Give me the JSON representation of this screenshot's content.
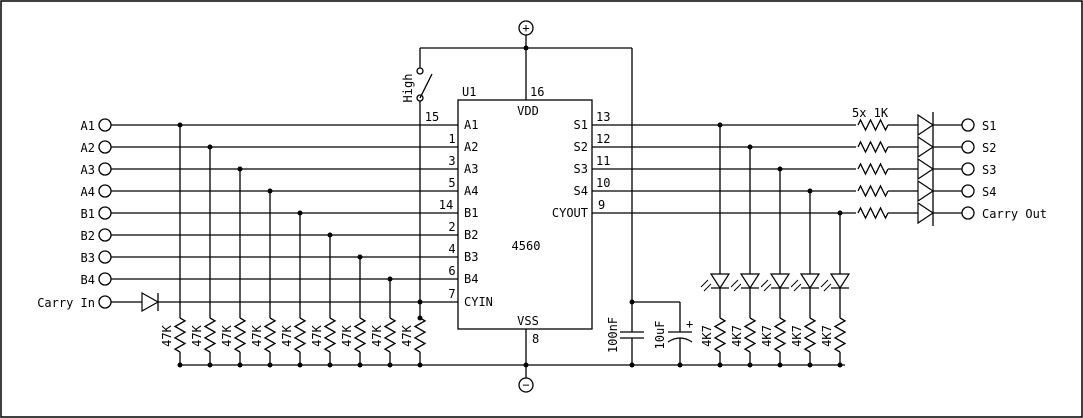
{
  "chip": {
    "ref": "U1",
    "part": "4560",
    "vdd": "VDD",
    "vss": "VSS",
    "vdd_pin": "16",
    "vss_pin": "8"
  },
  "inputs": [
    {
      "name": "A1",
      "pin": "15"
    },
    {
      "name": "A2",
      "pin": "1"
    },
    {
      "name": "A3",
      "pin": "3"
    },
    {
      "name": "A4",
      "pin": "5"
    },
    {
      "name": "B1",
      "pin": "14"
    },
    {
      "name": "B2",
      "pin": "2"
    },
    {
      "name": "B3",
      "pin": "4"
    },
    {
      "name": "B4",
      "pin": "6"
    }
  ],
  "carry_in": {
    "label": "Carry In",
    "pin_label": "CYIN",
    "pin": "7"
  },
  "outputs": [
    {
      "name": "S1",
      "pin": "13"
    },
    {
      "name": "S2",
      "pin": "12"
    },
    {
      "name": "S3",
      "pin": "11"
    },
    {
      "name": "S4",
      "pin": "10"
    }
  ],
  "carry_out": {
    "label": "Carry Out",
    "pin_label": "CYOUT",
    "pin": "9"
  },
  "switch_label": "High",
  "input_resistor": "47K",
  "led_resistor": "4K7",
  "series_resistor": "5x 1K",
  "cap_small": "100nF",
  "cap_big": "10uF",
  "cap_polarity": "+",
  "supply_plus": "+",
  "supply_minus": "−"
}
